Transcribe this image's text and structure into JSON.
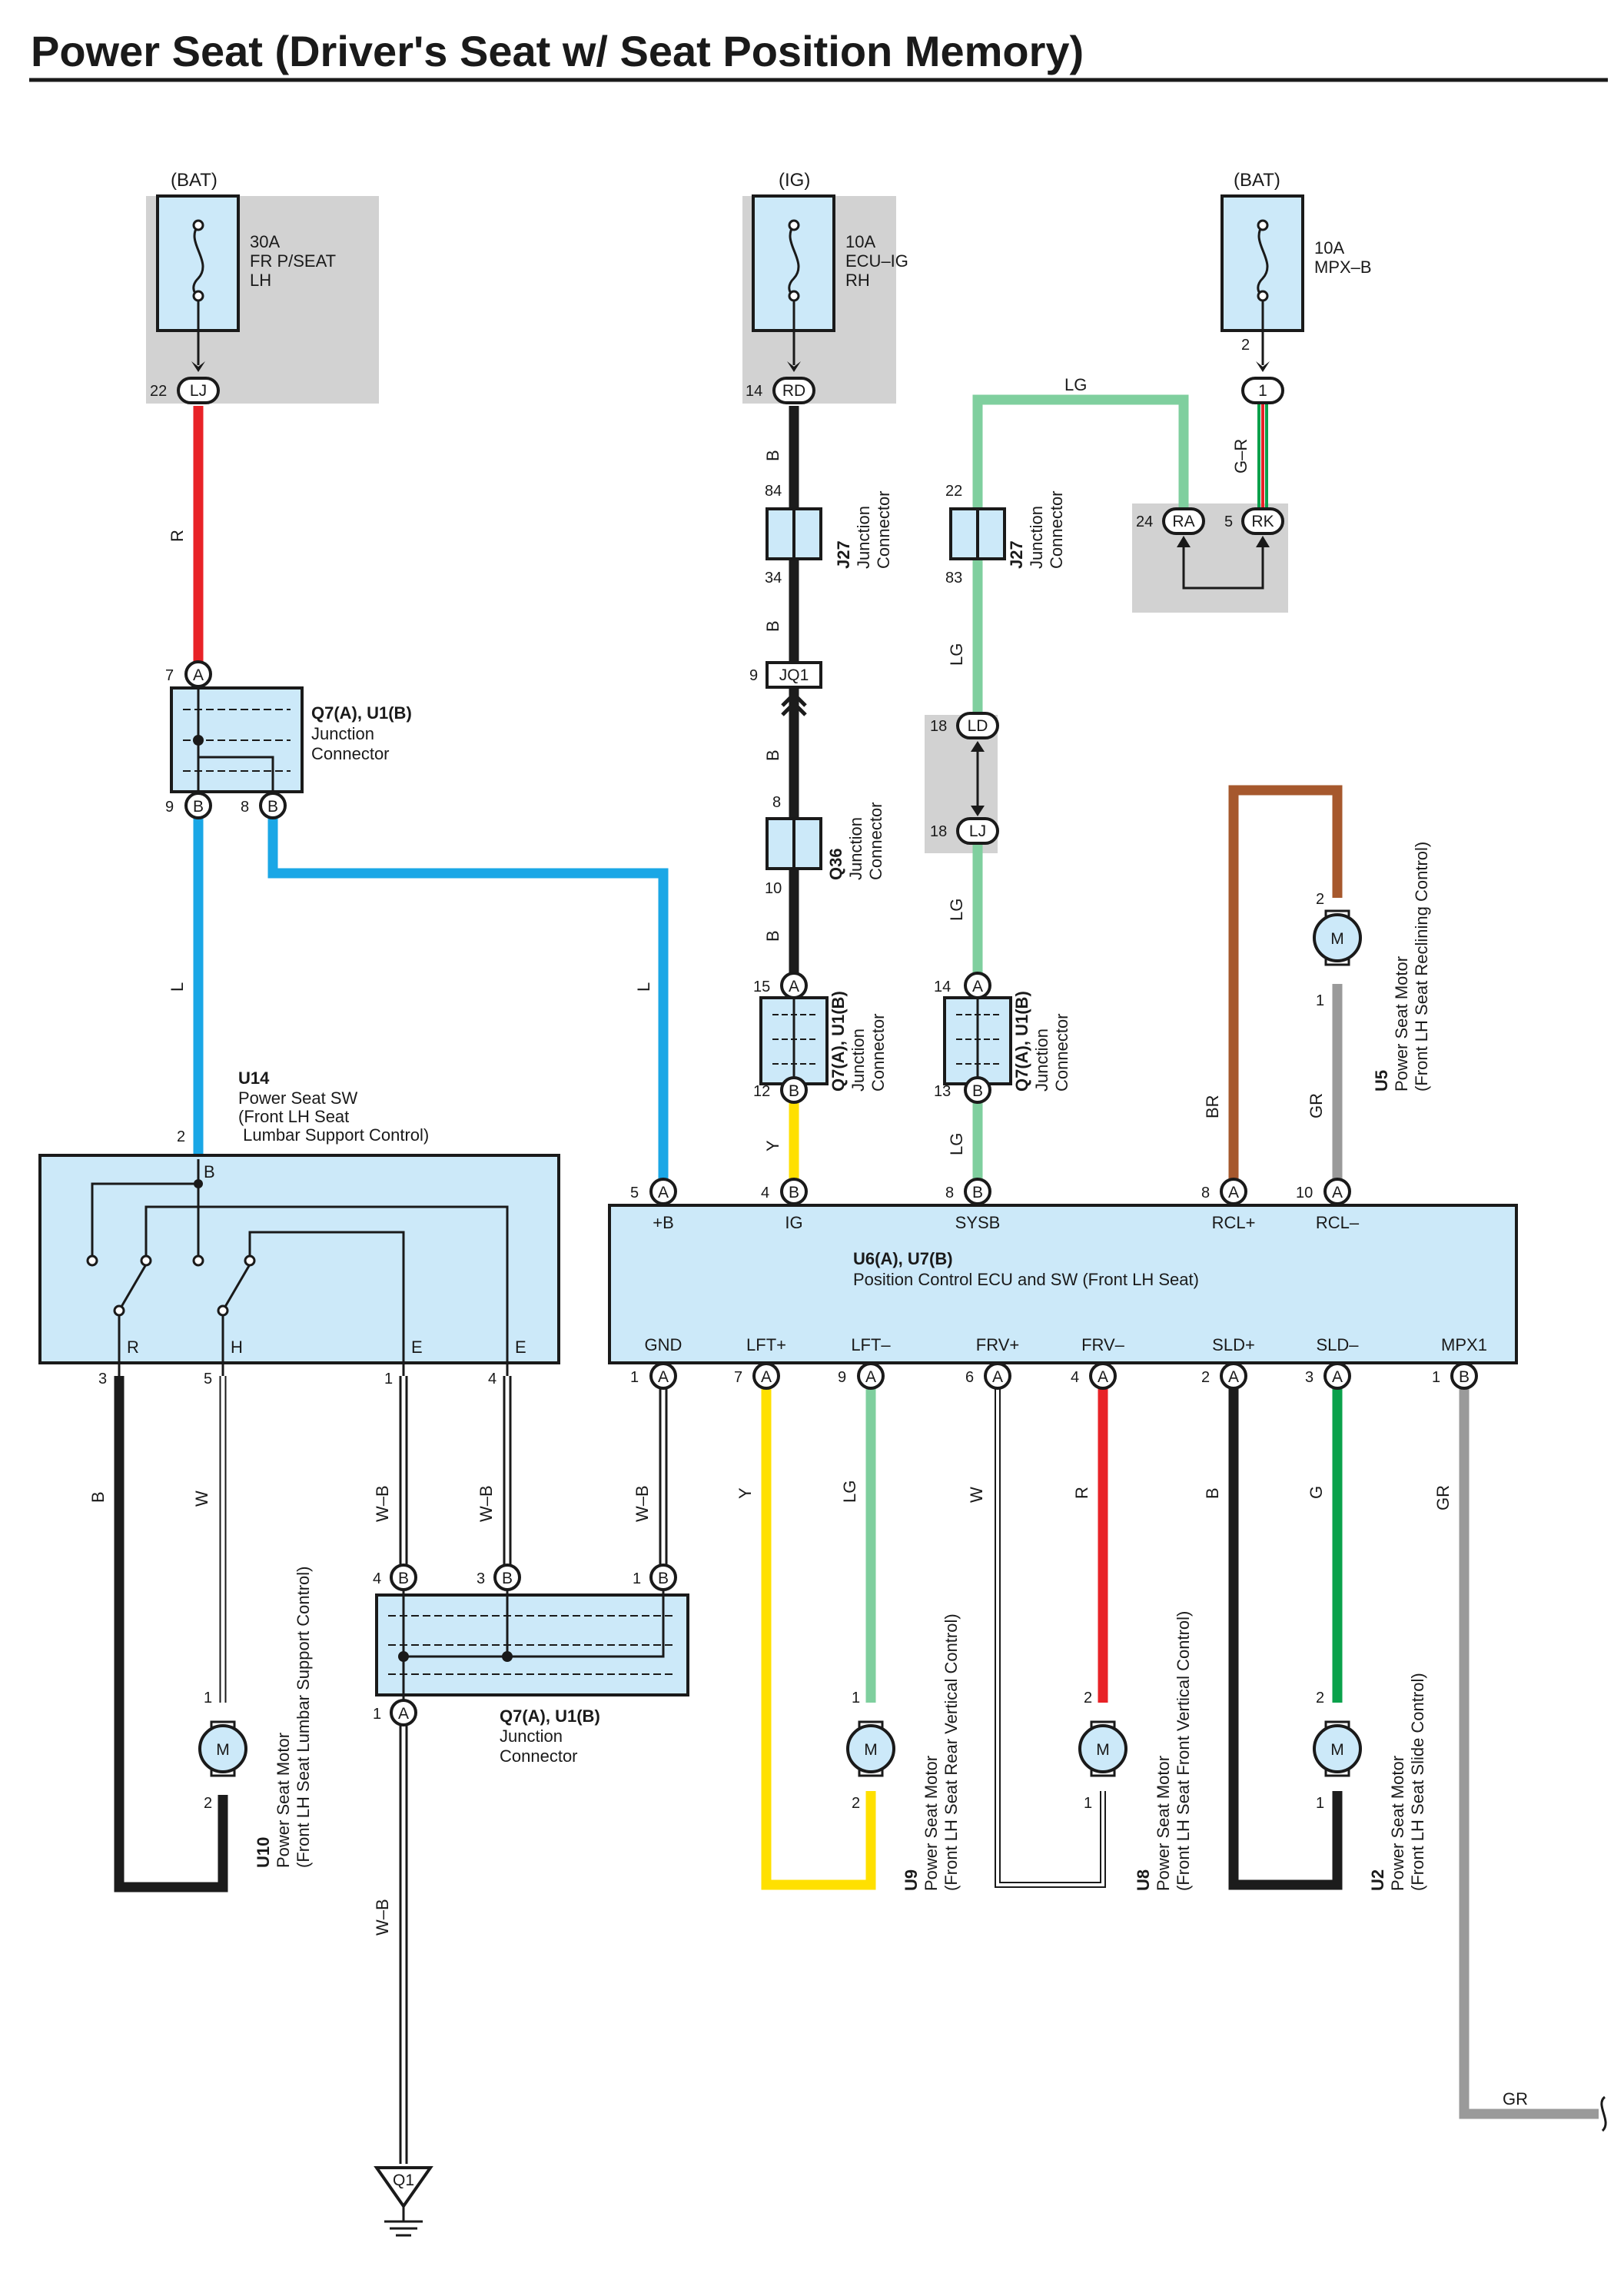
{
  "title": "Power Seat (Driver's Seat w/ Seat Position Memory)",
  "colors": {
    "R": "#e82227",
    "L": "#1aa7e6",
    "B": "#1c1c1c",
    "Y": "#ffe000",
    "LG": "#7fcf9e",
    "BR": "#a6582d",
    "GR": "#9a9a9a",
    "G": "#0aa14b",
    "W": "#ffffff",
    "box_fill": "#cce9f9",
    "gray_fill": "#d2d2d2"
  },
  "sources": {
    "bat1": "(BAT)",
    "ig": "(IG)",
    "bat2": "(BAT)"
  },
  "fuses": {
    "f1": [
      "30A",
      "FR P/SEAT",
      "LH"
    ],
    "f2": [
      "10A",
      "ECU–IG",
      "RH"
    ],
    "f3": [
      "10A",
      "MPX–B"
    ]
  },
  "connectors": {
    "lj": "LJ",
    "rd": "RD",
    "one": "1",
    "ra": "RA",
    "rk": "RK",
    "jq1": "JQ1",
    "ld": "LD",
    "lj2": "LJ",
    "a": "A",
    "b": "B",
    "m": "M",
    "q1": "Q1"
  },
  "pins": {
    "p22": "22",
    "p14": "14",
    "p2": "2",
    "p24": "24",
    "p5": "5",
    "p84": "84",
    "p34": "34",
    "p9": "9",
    "p8": "8",
    "p10": "10",
    "p15": "15",
    "p12": "12",
    "p7": "7",
    "p83": "83",
    "p18a": "18",
    "p18b": "18",
    "p13": "13",
    "p4": "4",
    "p3": "3",
    "p1": "1",
    "p6": "6"
  },
  "wire_labels": {
    "R": "R",
    "L": "L",
    "B": "B",
    "Y": "Y",
    "LG": "LG",
    "BR": "BR",
    "GR": "GR",
    "GRl": "G–R",
    "W": "W",
    "WB": "W–B",
    "G": "G"
  },
  "junctions": {
    "q7u1b": "Q7(A), U1(B)",
    "junction": "Junction",
    "connector": "Connector",
    "j27": "J27",
    "q36": "Q36"
  },
  "u14": {
    "code": "U14",
    "lines": [
      "Power Seat SW",
      "(Front LH Seat",
      " Lumbar Support Control)"
    ],
    "term_b": "B",
    "term_r": "R",
    "term_h": "H",
    "term_e": "E"
  },
  "ecu": {
    "code": "U6(A), U7(B)",
    "name": "Position Control ECU and SW (Front LH Seat)",
    "top_terms": [
      "+B",
      "IG",
      "SYSB",
      "RCL+",
      "RCL–"
    ],
    "bottom_terms": [
      "GND",
      "LFT+",
      "LFT–",
      "FRV+",
      "FRV–",
      "SLD+",
      "SLD–",
      "MPX1"
    ]
  },
  "motors": {
    "u5": {
      "code": "U5",
      "l1": "Power Seat Motor",
      "l2": "(Front LH Seat Reclining Control)"
    },
    "u10": {
      "code": "U10",
      "l1": "Power Seat Motor",
      "l2": "(Front LH Seat Lumbar Support Control)"
    },
    "u9": {
      "code": "U9",
      "l1": "Power Seat Motor",
      "l2": "(Front LH Seat Rear Vertical Control)"
    },
    "u8": {
      "code": "U8",
      "l1": "Power Seat Motor",
      "l2": "(Front LH Seat Front Vertical Control)"
    },
    "u2": {
      "code": "U2",
      "l1": "Power Seat Motor",
      "l2": "(Front LH Seat Slide Control)"
    }
  }
}
